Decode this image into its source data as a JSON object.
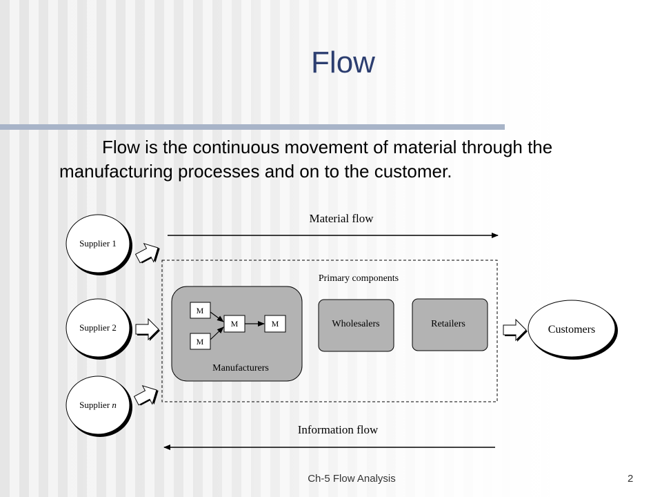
{
  "slide": {
    "title": "Flow",
    "body": "Flow is the continuous movement of material through the manufacturing processes and on to the customer.",
    "footer": "Ch-5 Flow Analysis",
    "page_number": "2"
  },
  "diagram": {
    "material_flow_label": "Material flow",
    "information_flow_label": "Information flow",
    "primary_components_label": "Primary components",
    "suppliers": {
      "s1": "Supplier 1",
      "s2": "Supplier 2",
      "sn_prefix": "Supplier ",
      "sn_var": "n"
    },
    "manufacturers": {
      "label": "Manufacturers",
      "m_nodes": [
        "M",
        "M",
        "M",
        "M"
      ]
    },
    "wholesalers": "Wholesalers",
    "retailers": "Retailers",
    "customers": "Customers"
  },
  "colors": {
    "title": "#2c3e70",
    "title_rule": "#a8b4c8",
    "box_fill": "#b3b3b3"
  }
}
